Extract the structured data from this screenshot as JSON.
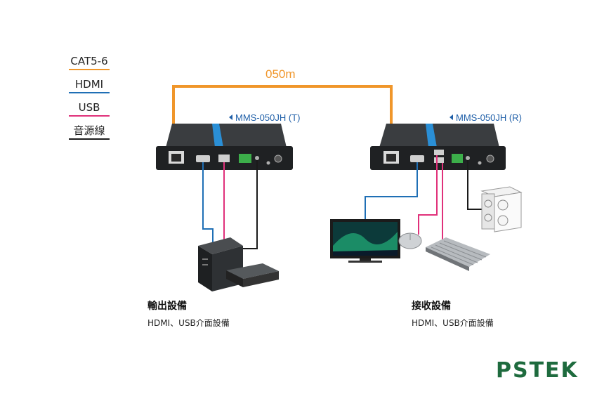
{
  "legend": [
    {
      "label": "CAT5-6",
      "color": "#f0962a"
    },
    {
      "label": "HDMI",
      "color": "#1f6fb5"
    },
    {
      "label": "USB",
      "color": "#e0307a"
    },
    {
      "label": "音源線",
      "color": "#1a1a1a"
    }
  ],
  "distance_label": "050m",
  "transmitter": {
    "model": "MMS-050JH (T)",
    "caption_title": "輸出設備",
    "caption_sub": "HDMI、USB介面設備"
  },
  "receiver": {
    "model": "MMS-050JH (R)",
    "caption_title": "接收設備",
    "caption_sub": "HDMI、USB介面設備"
  },
  "logo_text": "PSTEK",
  "colors": {
    "cat": "#f0962a",
    "hdmi": "#1f6fb5",
    "usb": "#e0307a",
    "audio": "#1a1a1a",
    "device_body": "#222426",
    "device_accent": "#2a8fd6",
    "logo": "#1e6b3e"
  }
}
